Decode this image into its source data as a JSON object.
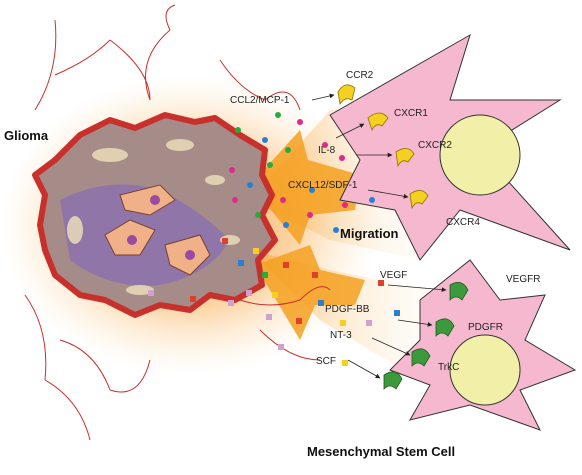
{
  "title_glioma": "Glioma",
  "title_migration": "Migration",
  "title_msc": "Mesenchymal Stem Cell",
  "ligands": {
    "ccl2": "CCL2/MCP-1",
    "il8": "IL-8",
    "cxcl12": "CXCL12/SDF-1",
    "vegf": "VEGF",
    "pdgf": "PDGF-BB",
    "nt3": "NT-3",
    "scf": "SCF"
  },
  "receptors": {
    "ccr2": "CCR2",
    "cxcr1": "CXCR1",
    "cxcr2": "CXCR2",
    "cxcr4": "CXCR4",
    "vegfr": "VEGFR",
    "pdgfr": "PDGFR",
    "trkc": "TrkC"
  },
  "colors": {
    "cell_fill": "#f5b8cf",
    "nucleus_fill": "#f2f0a8",
    "tumor_border": "#c8302c",
    "chemokine_receptor": "#f5d020",
    "growth_factor_receptor": "#3c9a3c",
    "glow": "#f8a040",
    "vessel": "#c8302c"
  }
}
